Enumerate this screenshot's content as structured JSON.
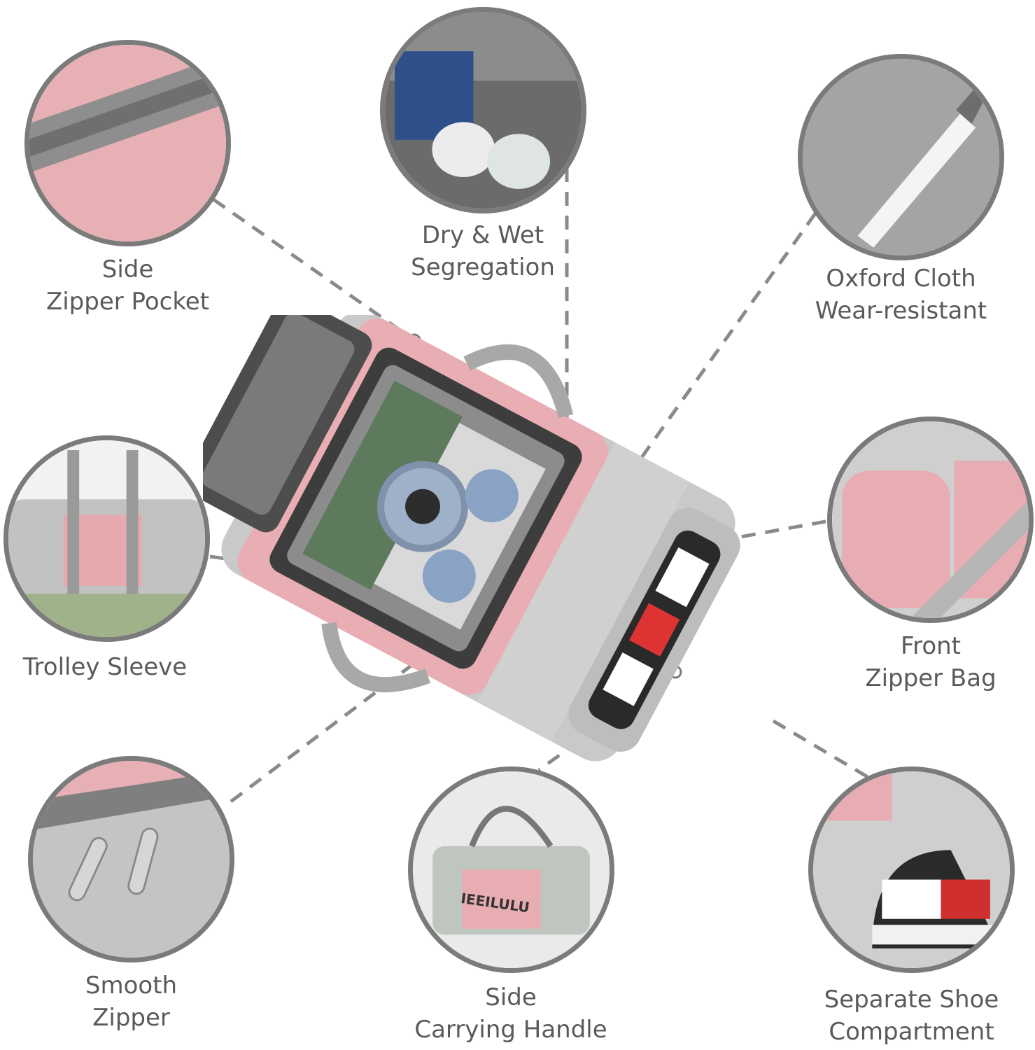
{
  "features": [
    {
      "id": "side-zipper-pocket",
      "lines": [
        "Side",
        "Zipper Pocket"
      ]
    },
    {
      "id": "dry-wet-segregation",
      "lines": [
        "Dry & Wet",
        "Segregation"
      ]
    },
    {
      "id": "oxford-cloth",
      "lines": [
        "Oxford Cloth",
        "Wear-resistant"
      ]
    },
    {
      "id": "trolley-sleeve",
      "lines": [
        "Trolley Sleeve"
      ]
    },
    {
      "id": "front-zipper-bag",
      "lines": [
        "Front",
        "Zipper Bag"
      ]
    },
    {
      "id": "smooth-zipper",
      "lines": [
        "Smooth",
        "Zipper"
      ]
    },
    {
      "id": "side-carrying-handle",
      "lines": [
        "Side",
        "Carrying Handle"
      ]
    },
    {
      "id": "separate-shoe-compartment",
      "lines": [
        "Separate Shoe",
        "Compartment"
      ]
    }
  ],
  "brand": "IEEILULU",
  "colors": {
    "pink": "#e9aeb3",
    "gray": "#c7c7c7",
    "ring": "#7b7b7b",
    "text": "#5a5a5a"
  }
}
